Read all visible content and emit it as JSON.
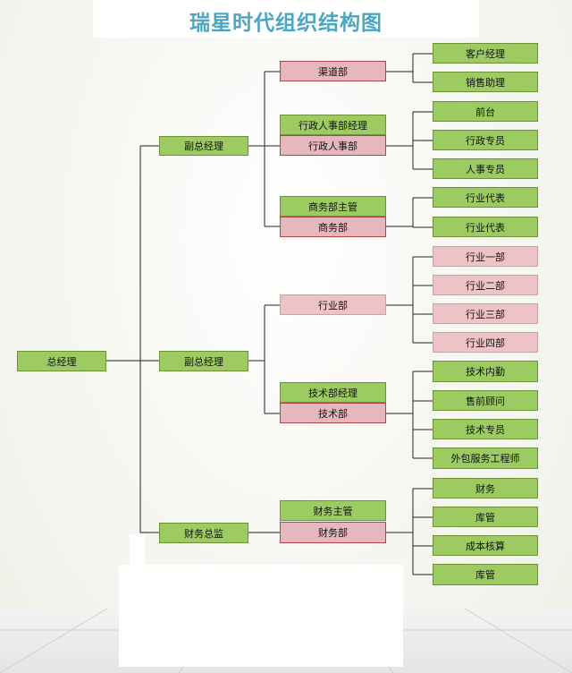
{
  "title": "瑞星时代组织结构图",
  "ceo": "总经理",
  "level2": [
    "副总经理",
    "副总经理",
    "财务总监"
  ],
  "depts": {
    "qudao": "渠道部",
    "xingzheng_mgr": "行政人事部经理",
    "xingzheng": "行政人事部",
    "shangwu_mgr": "商务部主管",
    "shangwu": "商务部",
    "hangye": "行业部",
    "jishu_mgr": "技术部经理",
    "jishu": "技术部",
    "caiwu_mgr": "财务主管",
    "caiwu": "财务部"
  },
  "roles": {
    "qudao": [
      "客户经理",
      "销售助理"
    ],
    "xingzheng": [
      "前台",
      "行政专员",
      "人事专员"
    ],
    "shangwu": [
      "行业代表",
      "行业代表"
    ],
    "hangye": [
      "行业一部",
      "行业二部",
      "行业三部",
      "行业四部"
    ],
    "jishu": [
      "技术内勤",
      "售前顾问",
      "技术专员",
      "外包服务工程师"
    ],
    "caiwu": [
      "财务",
      "库管",
      "成本核算",
      "库管"
    ]
  }
}
